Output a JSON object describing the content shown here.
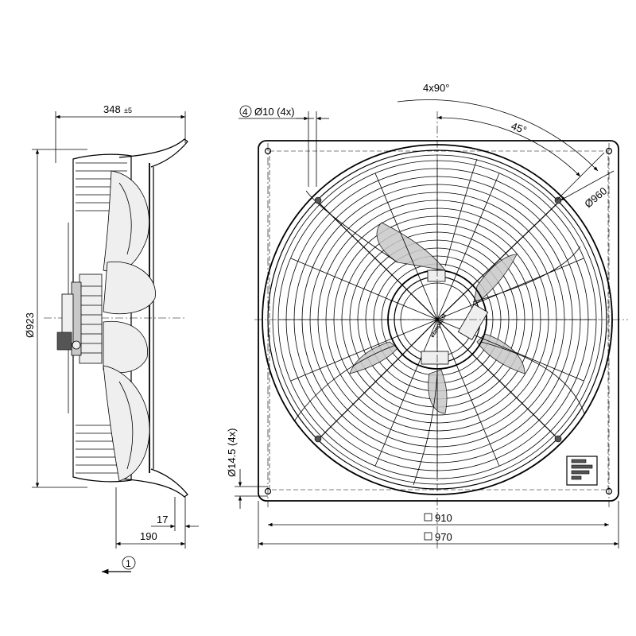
{
  "dimensions": {
    "side_depth": "348",
    "side_depth_tol": "±5",
    "side_diameter": "Ø923",
    "inner_offset": "17",
    "flange_depth": "190",
    "view_ref": "1",
    "hole_ref": "4",
    "hole_dia": "Ø10 (4x)",
    "angle_pattern": "4x90°",
    "angle_offset": "45°",
    "bolt_circle": "Ø960",
    "mount_hole": "Ø14.5 (4x)",
    "inner_square": "910",
    "outer_square": "970"
  },
  "brand_label": "ebmpapst"
}
